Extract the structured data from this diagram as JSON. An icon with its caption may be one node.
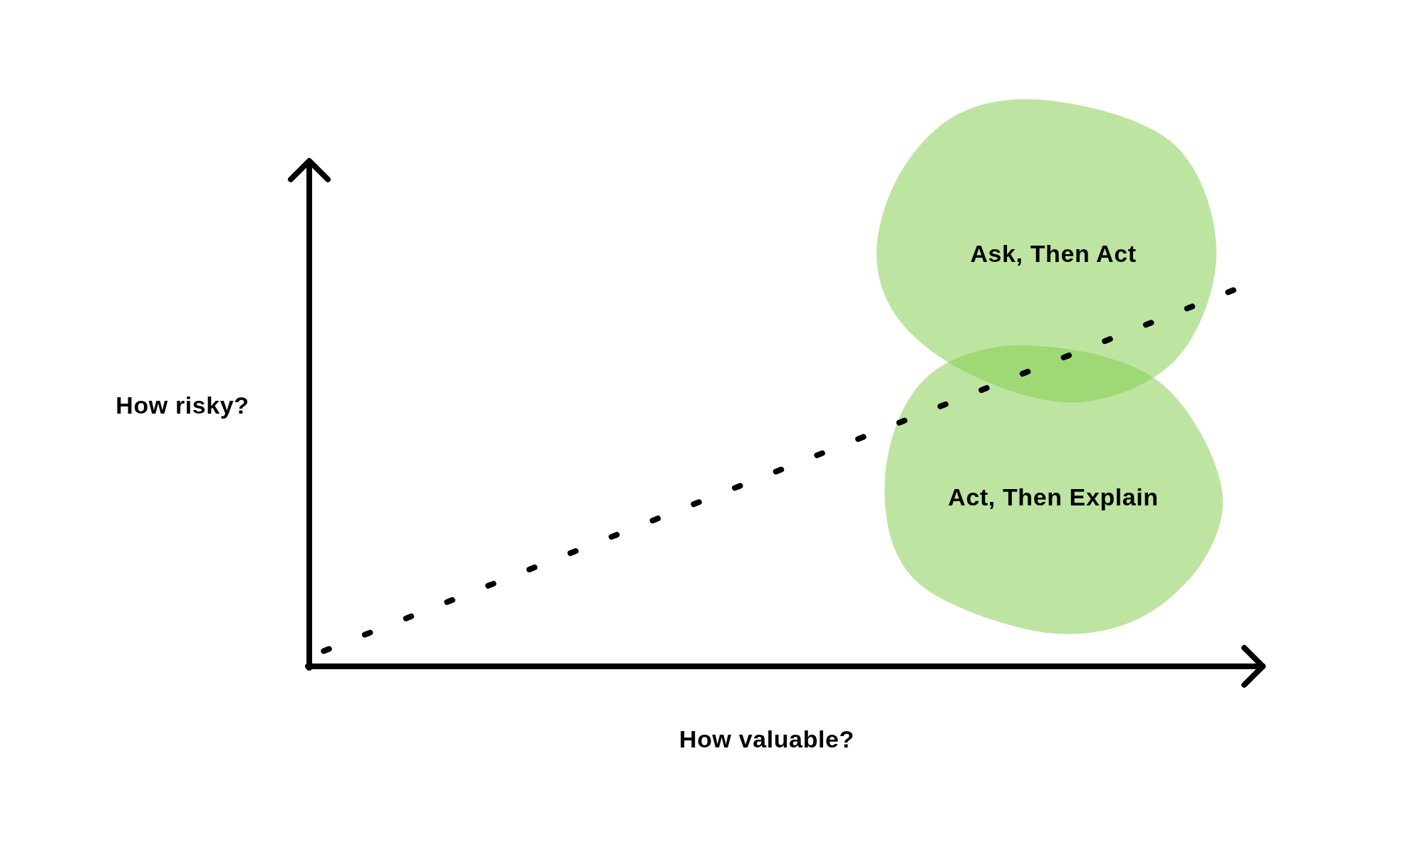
{
  "diagram": {
    "nodes": [
      {
        "text": [
          "Ask, Then Act"
        ]
      },
      {
        "text": [
          "Act, Then Explain"
        ]
      }
    ],
    "labels": [
      "How risky?",
      "How valuable?"
    ]
  }
}
